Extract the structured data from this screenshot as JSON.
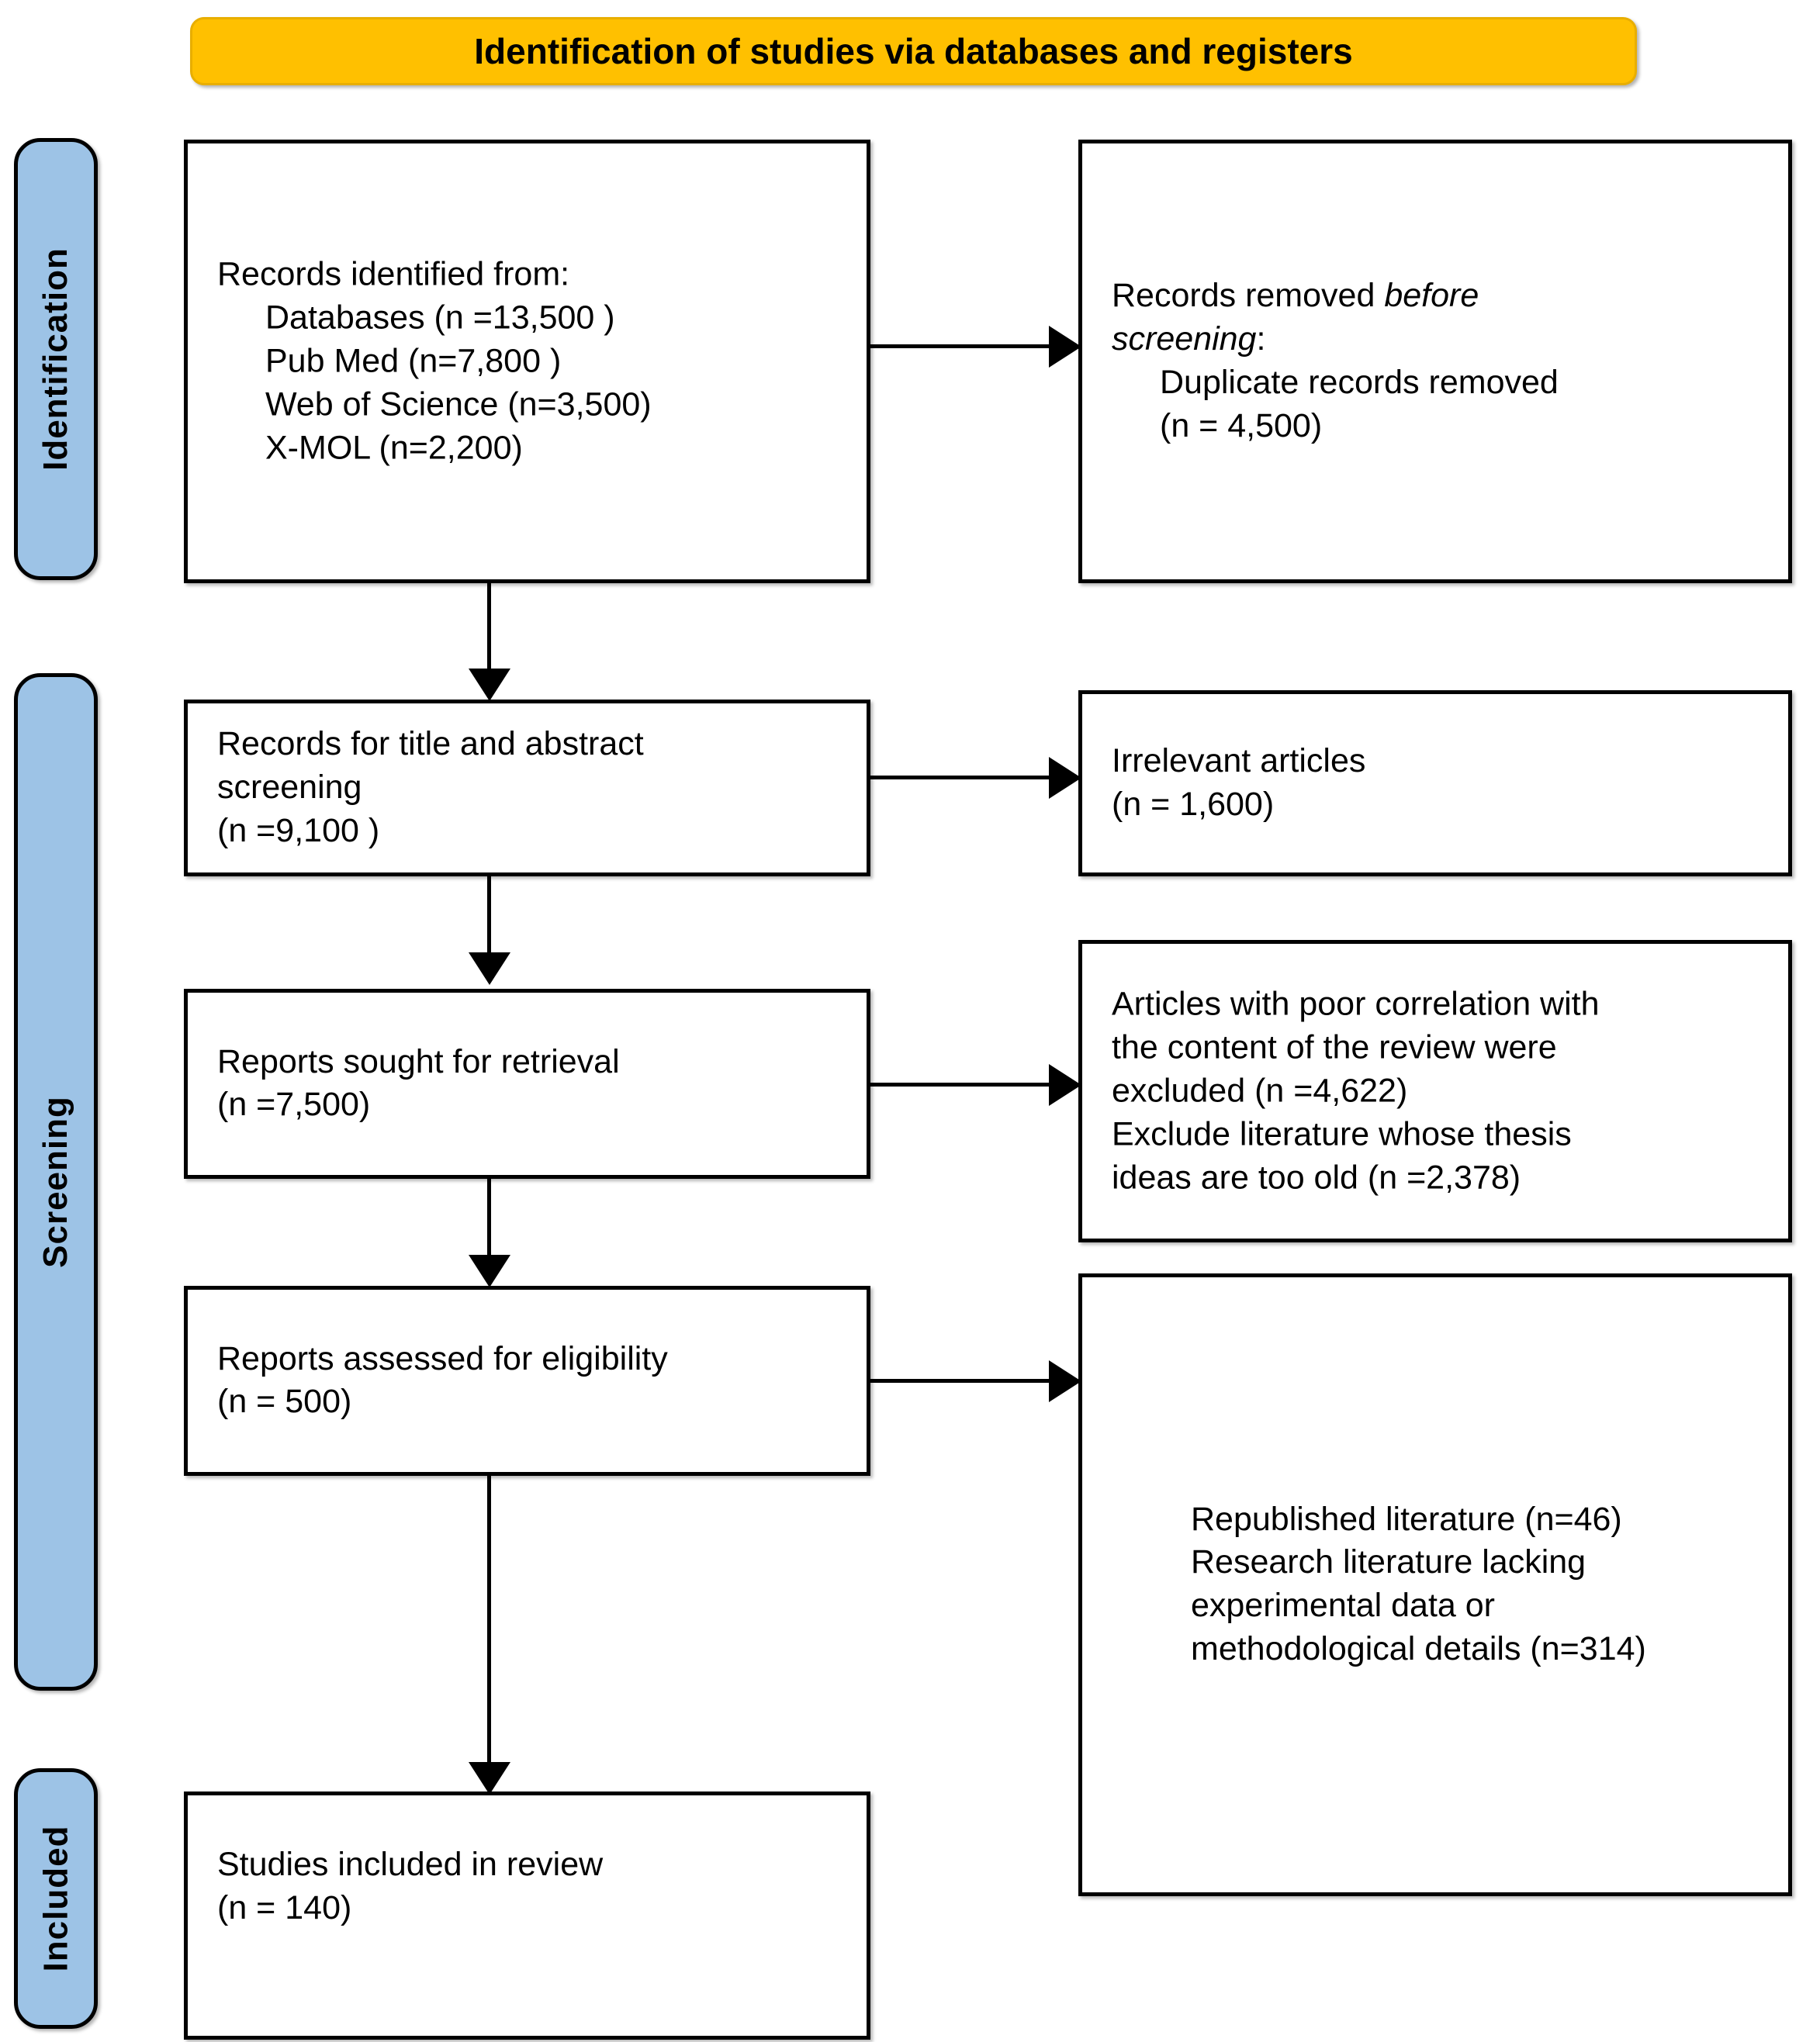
{
  "header": {
    "title": "Identification of studies via databases and registers",
    "background_color": "#FFC000"
  },
  "stages": [
    {
      "label": "Identification",
      "color": "#9DC3E6"
    },
    {
      "label": "Screening",
      "color": "#9DC3E6"
    },
    {
      "label": "Included",
      "color": "#9DC3E6"
    }
  ],
  "flow": {
    "identified": {
      "heading": "Records identified from:",
      "items": [
        "Databases (n =13,500 )",
        "Pub Med (n=7,800 )",
        "Web of Science (n=3,500)",
        "X-MOL (n=2,200)"
      ]
    },
    "removed_before_screening": {
      "line1_prefix": "Records removed ",
      "line1_italic": "before",
      "line2_italic": "screening",
      "line2_suffix": ":",
      "items": [
        "Duplicate records removed",
        "(n = 4,500)"
      ]
    },
    "title_abstract_screening": {
      "line1": "Records for title and abstract",
      "line2": "screening",
      "line3": "(n =9,100 )"
    },
    "irrelevant": {
      "line1": "Irrelevant articles",
      "line2": "(n = 1,600)"
    },
    "reports_sought": {
      "line1": "Reports sought for retrieval",
      "line2": "(n =7,500)"
    },
    "reports_excluded_screening": {
      "line1": "Articles with poor correlation with",
      "line2": "the content of the review were",
      "line3": "excluded (n =4,622)",
      "line4": "Exclude literature whose thesis",
      "line5": "ideas are too old (n =2,378)"
    },
    "reports_assessed": {
      "line1": "Reports assessed for eligibility",
      "line2": "(n = 500)"
    },
    "reports_excluded_eligibility": {
      "line1": "Republished literature (n=46)",
      "line2": "Research literature lacking",
      "line3": "experimental data or",
      "line4": "methodological details (n=314)"
    },
    "studies_included": {
      "line1": "Studies included in review",
      "line2": "(n = 140)"
    }
  }
}
